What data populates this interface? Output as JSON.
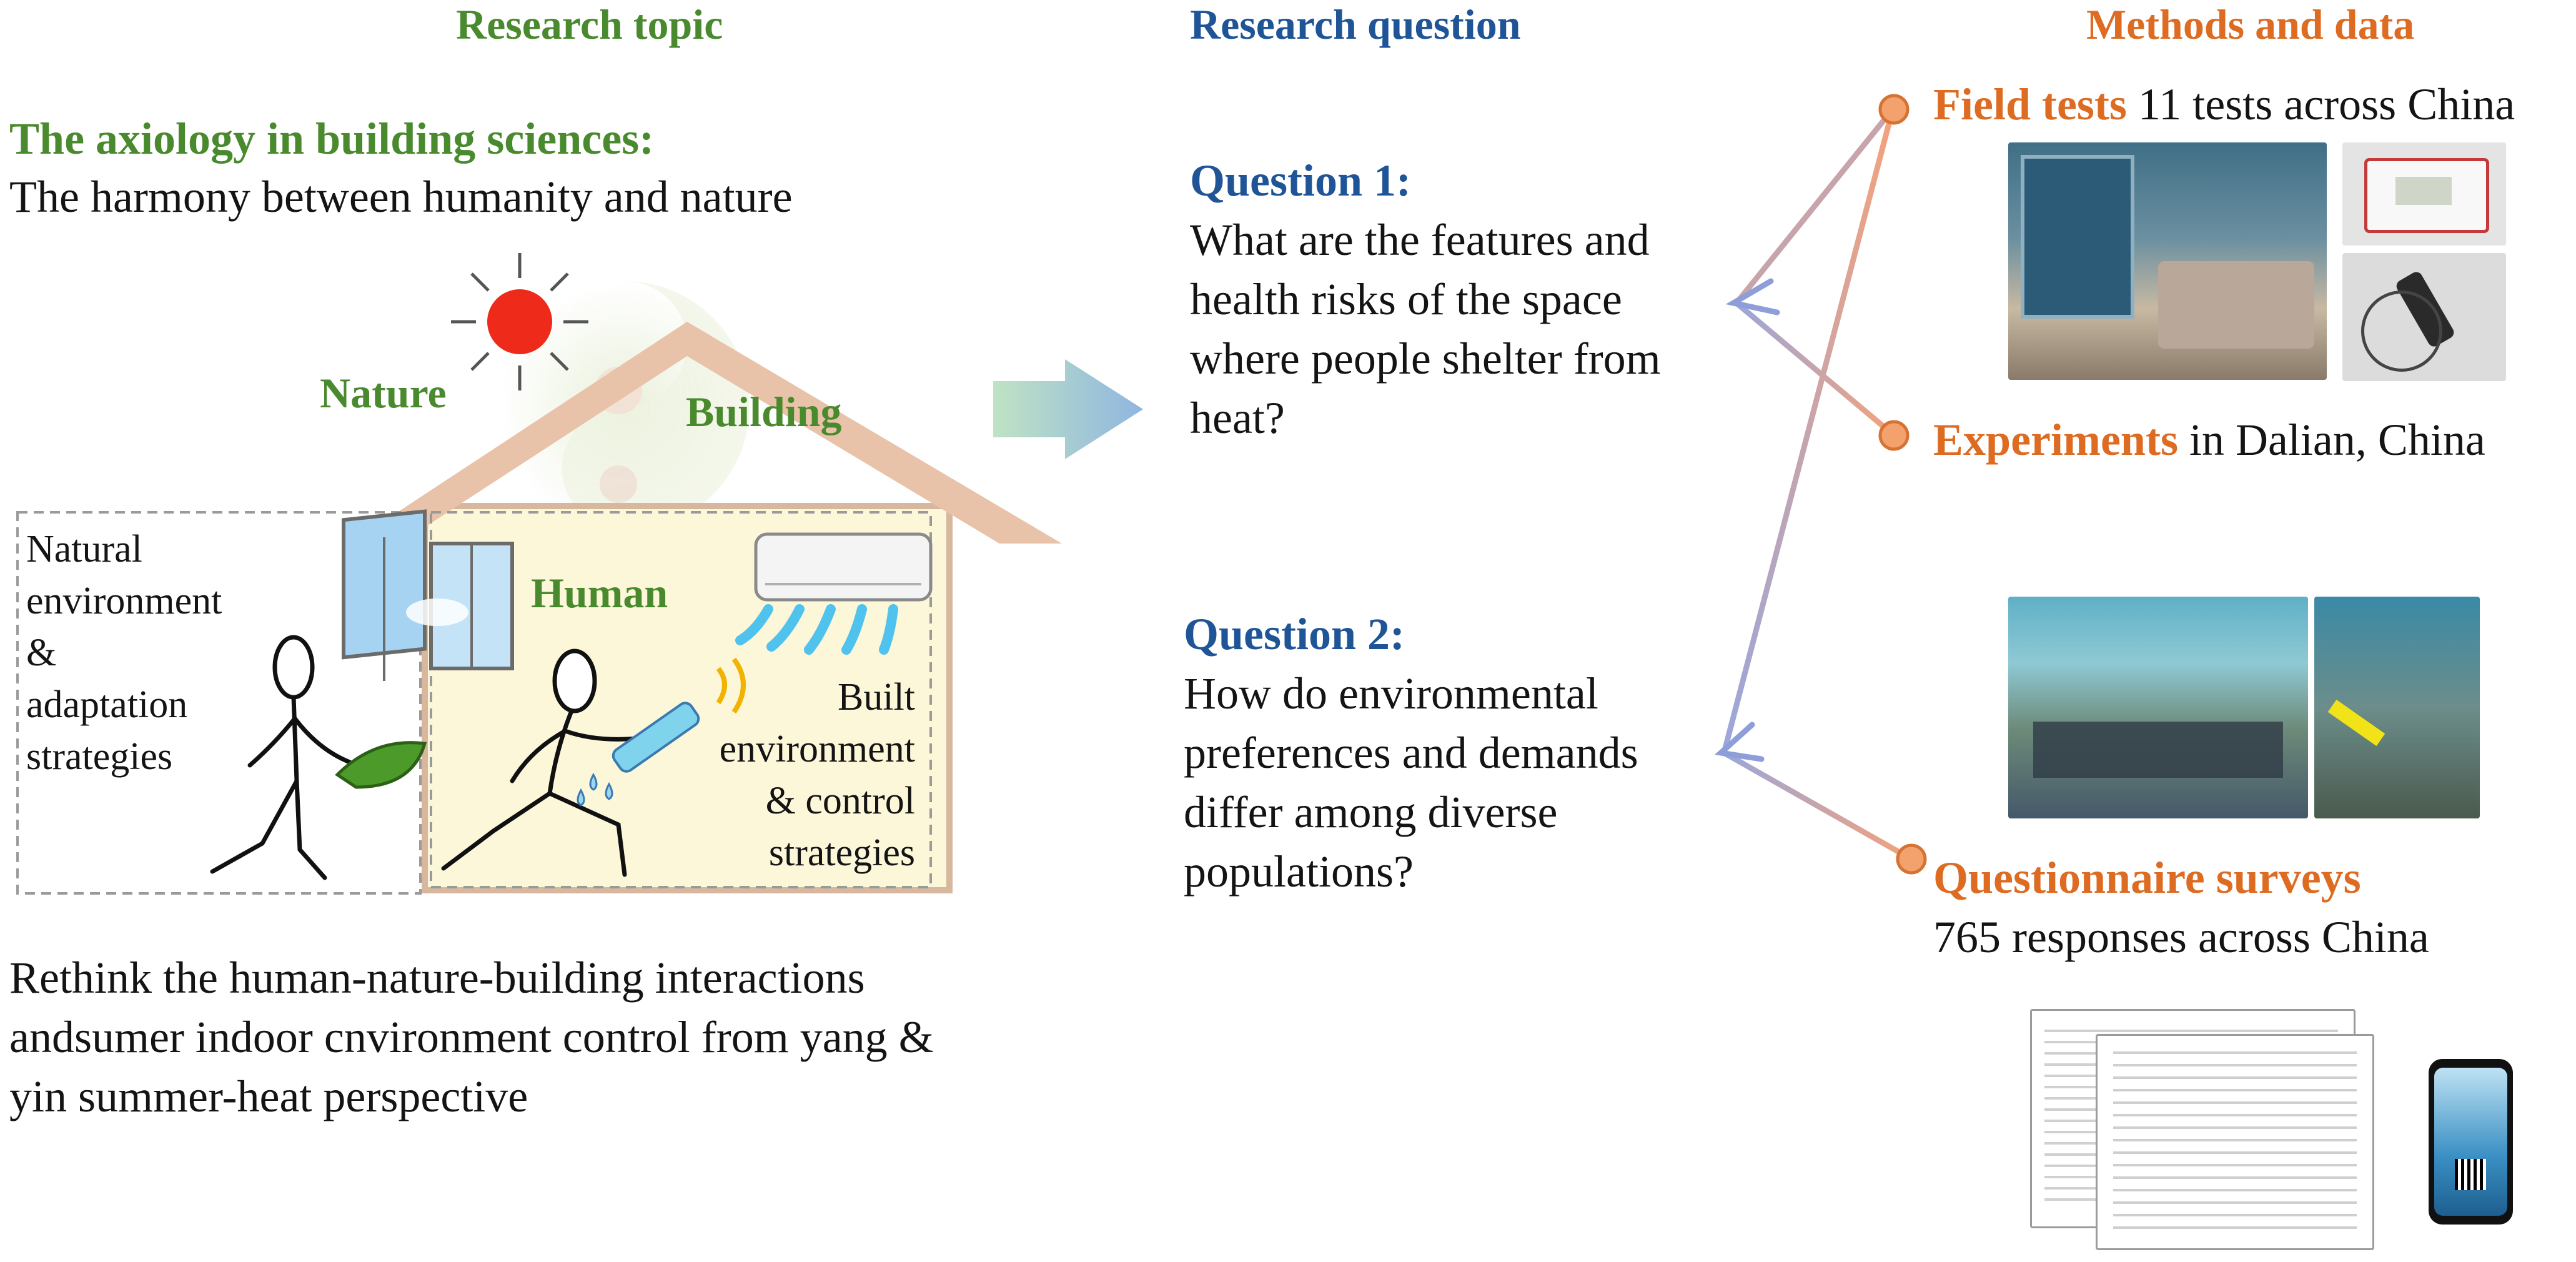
{
  "headers": {
    "topic": "Research topic",
    "question": "Research question",
    "methods": "Methods and data"
  },
  "topic": {
    "axiology_title": "The axiology in building sciences:",
    "axiology_text": "The harmony between humanity and nature",
    "nature_label": "Nature",
    "building_label": "Building",
    "human_label": "Human",
    "natural_env_lines": [
      "Natural",
      "environment",
      "&",
      "adaptation",
      "strategies"
    ],
    "built_env_lines": [
      "Built",
      "environment",
      "& control",
      "strategies"
    ],
    "rethink_lines": [
      "Rethink the human-nature-building interactions",
      "andsumer indoor cnvironment control from yang &",
      "yin summer-heat perspective"
    ]
  },
  "questions": {
    "q1_title": "Question 1:",
    "q1_lines": [
      "What are the features and",
      "health risks of the space",
      "where people shelter from",
      "heat?"
    ],
    "q2_title": "Question 2:",
    "q2_lines": [
      "How do environmental",
      "preferences and demands",
      "differ among diverse",
      "populations?"
    ]
  },
  "methods": {
    "field_bold": "Field tests",
    "field_rest": " 11 tests across China",
    "exp_bold": "Experiments",
    "exp_rest": " in Dalian, China",
    "survey_bold": "Questionnaire surveys",
    "survey_rest": "765 responses across China"
  },
  "colors": {
    "green": "#4a8a2e",
    "blue": "#1f5597",
    "orange": "#de6b22",
    "house_fill": "#fdf7da",
    "roof": "#e8c3a9"
  }
}
